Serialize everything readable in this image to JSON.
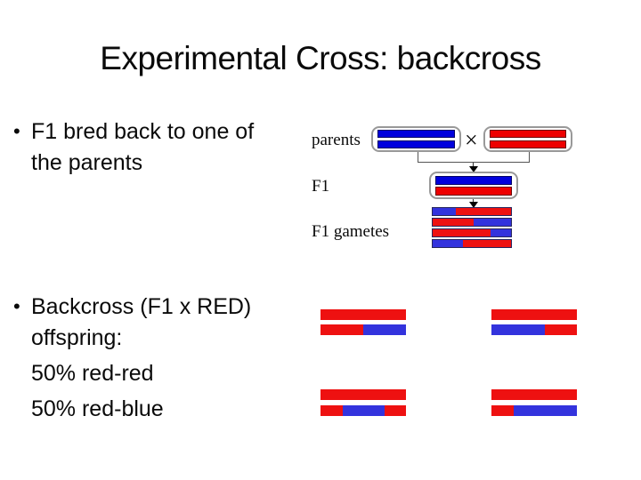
{
  "slide": {
    "title": "Experimental Cross: backcross",
    "bullet_marker": "•",
    "bullet1": {
      "line1": "F1 bred back to one of",
      "line2": "the parents"
    },
    "bullet2": {
      "line1": "Backcross (F1 x RED)",
      "line2": "offspring:",
      "line3": "50% red-red",
      "line4": "50% red-blue"
    }
  },
  "diagram": {
    "labels": {
      "parents": "parents",
      "f1": "F1",
      "f1_gametes": "F1 gametes"
    },
    "cross_symbol": "×"
  },
  "colors": {
    "blue": "#0000dd",
    "red": "#ee0000",
    "blue2": "#3333dd",
    "red2": "#ee1111"
  },
  "bars": {
    "parent_left_top": [
      {
        "c": "blue",
        "w": 100
      }
    ],
    "parent_left_bottom": [
      {
        "c": "blue",
        "w": 100
      }
    ],
    "parent_right_top": [
      {
        "c": "red",
        "w": 100
      }
    ],
    "parent_right_bottom": [
      {
        "c": "red",
        "w": 100
      }
    ],
    "f1_top": [
      {
        "c": "blue",
        "w": 100
      }
    ],
    "f1_bottom": [
      {
        "c": "red",
        "w": 100
      }
    ],
    "gamete_1": [
      {
        "c": "blue2",
        "w": 30
      },
      {
        "c": "red2",
        "w": 70
      }
    ],
    "gamete_2": [
      {
        "c": "red2",
        "w": 52
      },
      {
        "c": "blue2",
        "w": 48
      }
    ],
    "gamete_3": [
      {
        "c": "red2",
        "w": 74
      },
      {
        "c": "blue2",
        "w": 26
      }
    ],
    "gamete_4": [
      {
        "c": "blue2",
        "w": 39
      },
      {
        "c": "red2",
        "w": 61
      }
    ],
    "offspring_1_top": [
      {
        "c": "red2",
        "w": 100
      }
    ],
    "offspring_1_bottom": [
      {
        "c": "red2",
        "w": 50
      },
      {
        "c": "blue2",
        "w": 50
      }
    ],
    "offspring_2_top": [
      {
        "c": "red2",
        "w": 100
      }
    ],
    "offspring_2_bottom": [
      {
        "c": "blue2",
        "w": 63
      },
      {
        "c": "red2",
        "w": 37
      }
    ],
    "offspring_3_top": [
      {
        "c": "red2",
        "w": 100
      }
    ],
    "offspring_3_bottom": [
      {
        "c": "red2",
        "w": 26
      },
      {
        "c": "blue2",
        "w": 49
      },
      {
        "c": "red2",
        "w": 25
      }
    ],
    "offspring_4_top": [
      {
        "c": "red2",
        "w": 100
      }
    ],
    "offspring_4_bottom": [
      {
        "c": "red2",
        "w": 26
      },
      {
        "c": "blue2",
        "w": 74
      }
    ]
  }
}
